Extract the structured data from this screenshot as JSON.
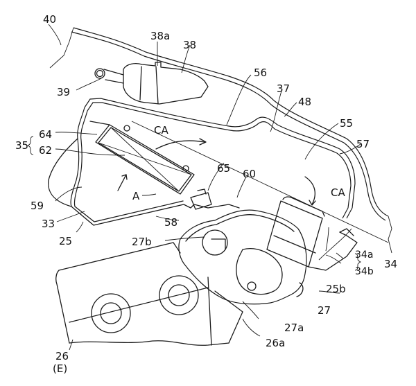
{
  "figure": {
    "type": "patent-line-drawing",
    "stroke_color": "#1a1a1a",
    "background_color": "#ffffff",
    "labels": {
      "l40": "40",
      "l38a": "38a",
      "l38": "38",
      "l39": "39",
      "l56": "56",
      "l37": "37",
      "l48": "48",
      "l55": "55",
      "l57": "57",
      "l35": "35",
      "l64": "64",
      "l62": "62",
      "l59": "59",
      "l33": "33",
      "l25": "25",
      "lCA1": "CA",
      "lCA2": "CA",
      "lA": "A",
      "l65": "65",
      "l60": "60",
      "l58": "58",
      "l27b": "27b",
      "l34a": "34a",
      "l34b": "34b",
      "l34": "34",
      "l25b": "25b",
      "l27": "27",
      "l27a": "27a",
      "l26a": "26a",
      "l26": "26",
      "lE": "(E)"
    }
  }
}
